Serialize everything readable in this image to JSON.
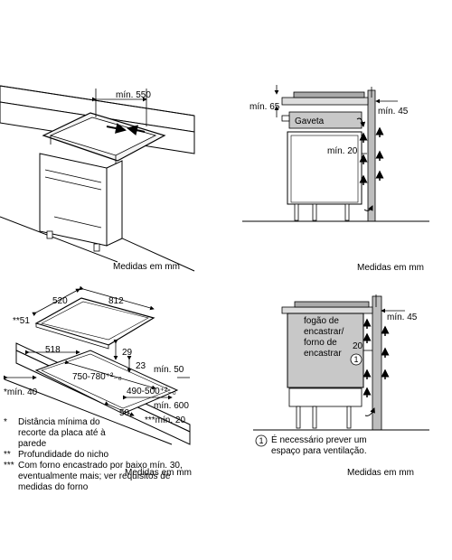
{
  "panel1": {
    "dim_min_550": "mín. 550",
    "caption": "Medidas em mm"
  },
  "panel2": {
    "dim_min_65": "mín. 65",
    "dim_min_45": "mín. 45",
    "drawer_label": "Gaveta",
    "dim_min_20": "mín. 20",
    "caption": "Medidas em mm"
  },
  "panel3": {
    "dim_520": "520",
    "dim_812": "812",
    "dim_51": "**51",
    "dim_518": "518",
    "dim_29": "29",
    "dim_23": "23",
    "dim_750_780": "750-780⁺²₋₀",
    "dim_min_50": "mín. 50",
    "dim_490_500": "490-500⁺²₋₀",
    "dim_min_40": "*mín. 40",
    "dim_50": "50",
    "dim_min_600": "mín. 600",
    "dim_min_20": "***mín. 20",
    "caption": "Medidas em mm",
    "notes": [
      {
        "mark": "*",
        "text": "Distância mínima do recorte da placa até à parede"
      },
      {
        "mark": "**",
        "text": "Profundidade do nicho"
      },
      {
        "mark": "***",
        "text": "Com forno encastrado por baixo mín. 30, eventualmente mais; ver requisitos de medidas do forno"
      }
    ]
  },
  "panel4": {
    "dim_min_45": "mín. 45",
    "oven_label_1": "fogão de",
    "oven_label_2": "encastrar/",
    "oven_label_3": "forno de",
    "oven_label_4": "encastrar",
    "dim_20": "20",
    "circle_mark": "1",
    "note_mark": "1",
    "note_text_1": "É necessário prever um",
    "note_text_2": "espaço para ventilação.",
    "caption": "Medidas em mm"
  }
}
